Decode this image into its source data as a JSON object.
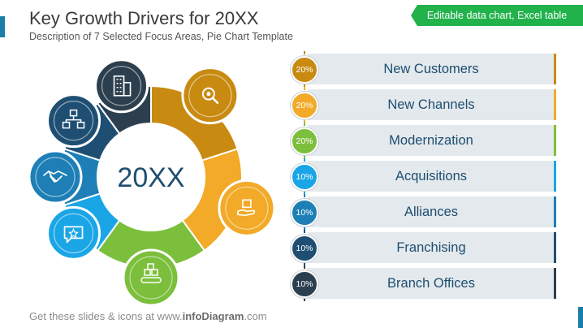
{
  "header": {
    "title": "Key Growth Drivers for 20XX",
    "subtitle": "Description of 7 Selected Focus Areas, Pie Chart Template",
    "ribbon": "Editable data chart, Excel table"
  },
  "footer": {
    "prefix": "Get these slides & icons at www.",
    "brand": "infoDiagram",
    "suffix": ".com"
  },
  "chart_data": {
    "type": "pie",
    "center_label": "20XX",
    "categories": [
      "New Customers",
      "New Channels",
      "Modernization",
      "Acquisitions",
      "Alliances",
      "Franchising",
      "Branch Offices"
    ],
    "values": [
      20,
      20,
      20,
      10,
      10,
      10,
      10
    ],
    "value_labels": [
      "20%",
      "20%",
      "20%",
      "10%",
      "10%",
      "10%",
      "10%"
    ],
    "colors": [
      "#c98a12",
      "#f2aa28",
      "#7cbf3c",
      "#1aa6e6",
      "#1d7fb6",
      "#1e4f73",
      "#2c3f4f"
    ],
    "icons": [
      "magnifier-icon",
      "box-hand-icon",
      "conveyor-boxes-icon",
      "speech-star-icon",
      "handshake-icon",
      "network-shops-icon",
      "office-building-icon"
    ]
  }
}
